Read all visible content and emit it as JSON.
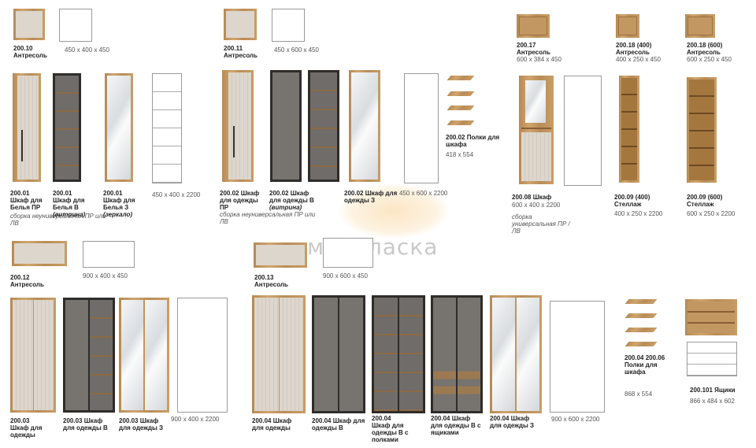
{
  "watermark": {
    "text": "мебеласка"
  },
  "colors": {
    "wood": "#c99d66",
    "beige": "#ddd6cc",
    "glass": "#6f6c69",
    "frame": "#2f2c29"
  },
  "items": {
    "i20010": {
      "code": "200.10",
      "name": "Антресоль",
      "dim": "450 x 400 x 450"
    },
    "i20011": {
      "code": "200.11",
      "name": "Антресоль",
      "dim": "450 x 600 x 450"
    },
    "i20017": {
      "code": "200.17",
      "name": "Антресоль",
      "dim": "600 x 384 x 450"
    },
    "i20018a": {
      "code": "200.18 (400)",
      "name": "Антресоль",
      "dim": "400 x 250 x 450"
    },
    "i20018b": {
      "code": "200.18 (600)",
      "name": "Антресоль",
      "dim": "600 x 250 x 450"
    },
    "i20001a": {
      "code": "200.01",
      "name": "Шкаф для Белья ПР",
      "note": "сборка неуниверсальная ПР или ЛВ"
    },
    "i20001b": {
      "code": "200.01",
      "name": "Шкаф для Белья В",
      "name_it": "(витрина)"
    },
    "i20001c": {
      "code": "200.01",
      "name": "Шкаф для Белья З",
      "name_it": "(зеркало)"
    },
    "i20001d": {
      "dim": "450 x 400 x 2200"
    },
    "i20002a": {
      "code": "200.02",
      "name": "Шкаф для одежды ПР",
      "note": "сборка неуниверсальная ПР или ЛВ"
    },
    "i20002b": {
      "code": "200.02",
      "name": "Шкаф для одежды В",
      "name_it": "(витрина)"
    },
    "i20002c": {
      "code": "200.02",
      "name": "Шкаф для одежды З"
    },
    "i20002d": {
      "dim": "450 x 600 x 2200"
    },
    "i20002p": {
      "code": "200.02",
      "name": "Полки для шкафа",
      "dim": "418 x 554"
    },
    "i20008": {
      "code": "200.08",
      "name": "Шкаф",
      "dim": "600 x 400 x 2200",
      "note": "сборка универсальная ПР / ЛВ"
    },
    "i20009a": {
      "code": "200.09 (400)",
      "name": "Стеллаж",
      "dim": "400 x 250 x 2200"
    },
    "i20009b": {
      "code": "200.09 (600)",
      "name": "Стеллаж",
      "dim": "600 x 250 x 2200"
    },
    "i20012": {
      "code": "200.12",
      "name": "Антресоль",
      "dim": "900 x 400 x 450"
    },
    "i20013": {
      "code": "200.13",
      "name": "Антресоль",
      "dim": "900 x 600 x 450"
    },
    "i20003a": {
      "code": "200.03",
      "name": "Шкаф для одежды"
    },
    "i20003b": {
      "code": "200.03",
      "name": "Шкаф для одежды В"
    },
    "i20003c": {
      "code": "200.03",
      "name": "Шкаф для одежды З"
    },
    "i20003d": {
      "dim": "900 x 400 x 2200"
    },
    "i20004a": {
      "code": "200.04",
      "name": "Шкаф для одежды"
    },
    "i20004b": {
      "code": "200.04",
      "name": "Шкаф для одежды В"
    },
    "i20004c": {
      "code": "200.04",
      "name": "Шкаф для одежды В с полками"
    },
    "i20004d": {
      "code": "200.04",
      "name": "Шкаф для одежды В с ящиками"
    },
    "i20004e": {
      "code": "200.04",
      "name": "Шкаф для одежды З"
    },
    "i20004f": {
      "dim": "900 x 600 x 2200"
    },
    "i20004p": {
      "code": "200.04 200.06",
      "name": "Полки для шкафа",
      "dim": "868 x 554"
    },
    "i200101": {
      "code": "200.101",
      "name": "Ящики",
      "dim": "866 x 484 x 602"
    }
  }
}
